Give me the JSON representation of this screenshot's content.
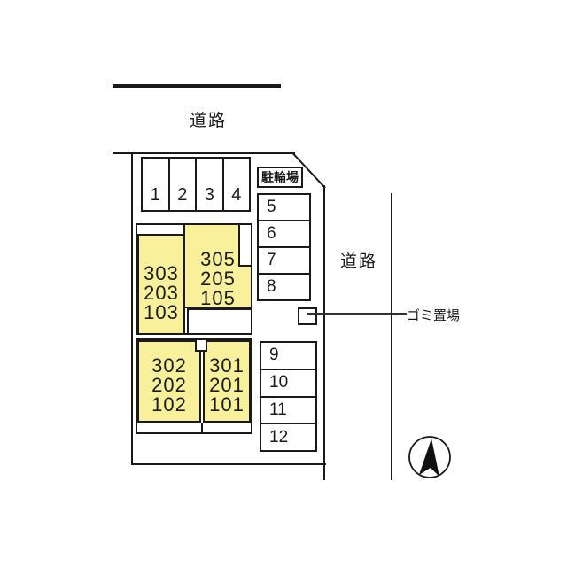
{
  "labels": {
    "road_top": "道路",
    "road_right": "道路",
    "bicycle_parking": "駐輪場",
    "garbage_area": "ゴミ置場"
  },
  "parking": {
    "top_row": [
      "1",
      "2",
      "3",
      "4"
    ],
    "right_column_upper": [
      "5",
      "6",
      "7",
      "8"
    ],
    "right_column_lower": [
      "9",
      "10",
      "11",
      "12"
    ]
  },
  "buildings": {
    "block_303": {
      "units": [
        "303",
        "203",
        "103"
      ]
    },
    "block_305": {
      "units": [
        "305",
        "205",
        "105"
      ]
    },
    "block_302": {
      "units": [
        "302",
        "202",
        "102"
      ]
    },
    "block_301": {
      "units": [
        "301",
        "201",
        "101"
      ]
    }
  },
  "compass": {
    "direction": "north"
  },
  "colors": {
    "unit_fill": "#F8F09B",
    "line": "#1a1a1a",
    "background": "#ffffff"
  }
}
